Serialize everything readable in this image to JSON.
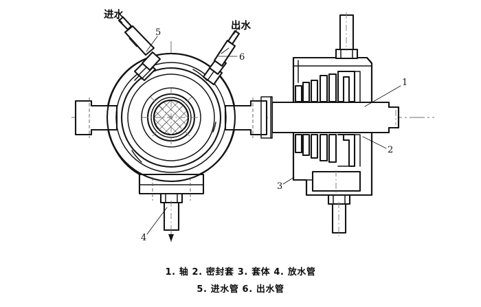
{
  "figure": {
    "kind": "engineering-line-drawing",
    "title_absent": true,
    "background_color": "#ffffff",
    "line_color": "#141414",
    "centerline_color": "#6e6e6e",
    "views": [
      {
        "name": "front-view",
        "description": "circular rotary union housing, concentric bores, side mounting lugs, bottom flange with drain pipe, two angled pipes on top"
      },
      {
        "name": "section-view",
        "description": "hatched longitudinal cross section showing shaft, seal sleeve and body with top and bottom pipe connections"
      }
    ]
  },
  "annotations": {
    "inlet_text": "进水",
    "outlet_text": "出水",
    "callout_1": "1",
    "callout_2": "2",
    "callout_3": "3",
    "callout_4": "4",
    "callout_5": "5",
    "callout_6": "6"
  },
  "caption": {
    "line1": "1. 轴   2. 密封套   3. 套体   4. 放水管",
    "line2": "5. 进水管   6. 出水管",
    "items": [
      {
        "num": "1",
        "label": "轴"
      },
      {
        "num": "2",
        "label": "密封套"
      },
      {
        "num": "3",
        "label": "套体"
      },
      {
        "num": "4",
        "label": "放水管"
      },
      {
        "num": "5",
        "label": "进水管"
      },
      {
        "num": "6",
        "label": "出水管"
      }
    ]
  }
}
